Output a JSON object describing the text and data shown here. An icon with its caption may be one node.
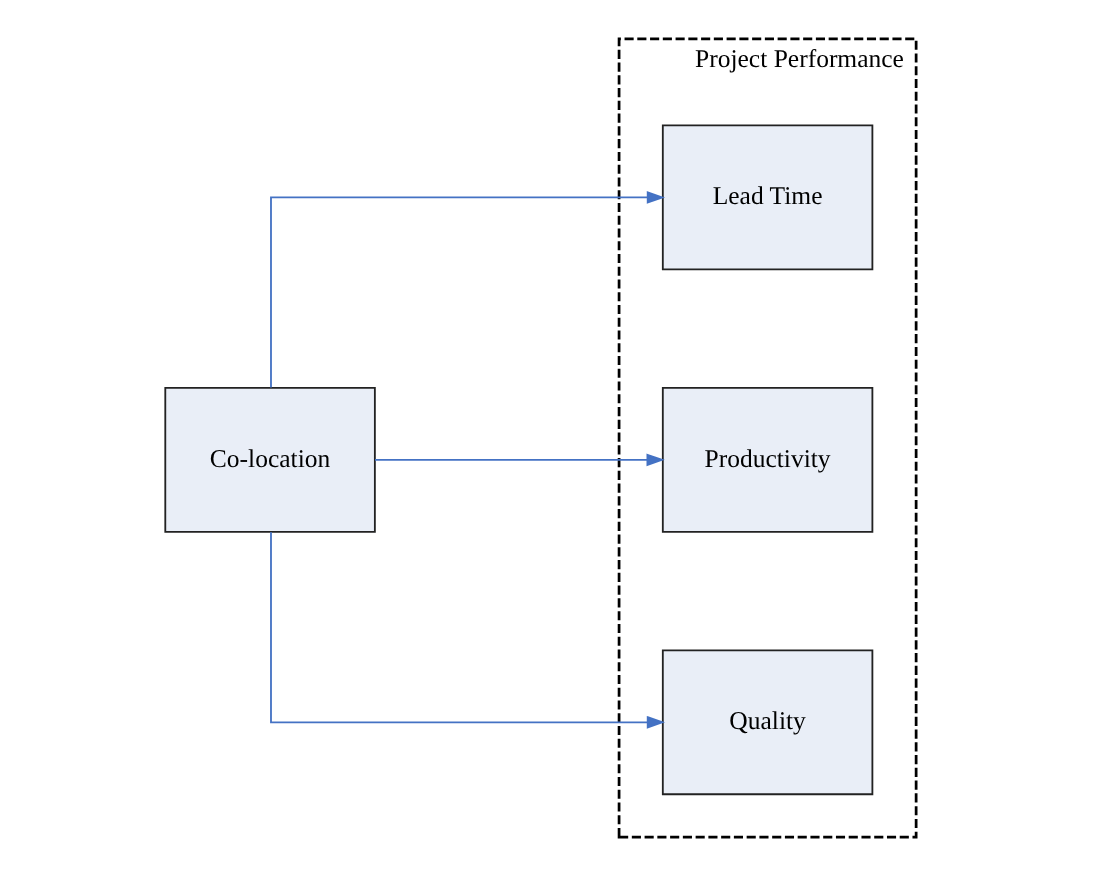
{
  "diagram": {
    "nodes": [
      {
        "text": [
          "Co-location"
        ]
      },
      {
        "text": [
          "Project Performance"
        ]
      },
      {
        "text": [
          "Lead Time"
        ],
        "in": 1
      },
      {
        "text": [
          "Productivity"
        ],
        "in": 1
      },
      {
        "text": [
          "Quality"
        ],
        "in": 1
      }
    ],
    "edges": [
      {
        "from": 0,
        "to": 2,
        "arrow": "to"
      },
      {
        "from": 0,
        "to": 3,
        "arrow": "to"
      },
      {
        "from": 0,
        "to": 4,
        "arrow": "to"
      }
    ]
  }
}
